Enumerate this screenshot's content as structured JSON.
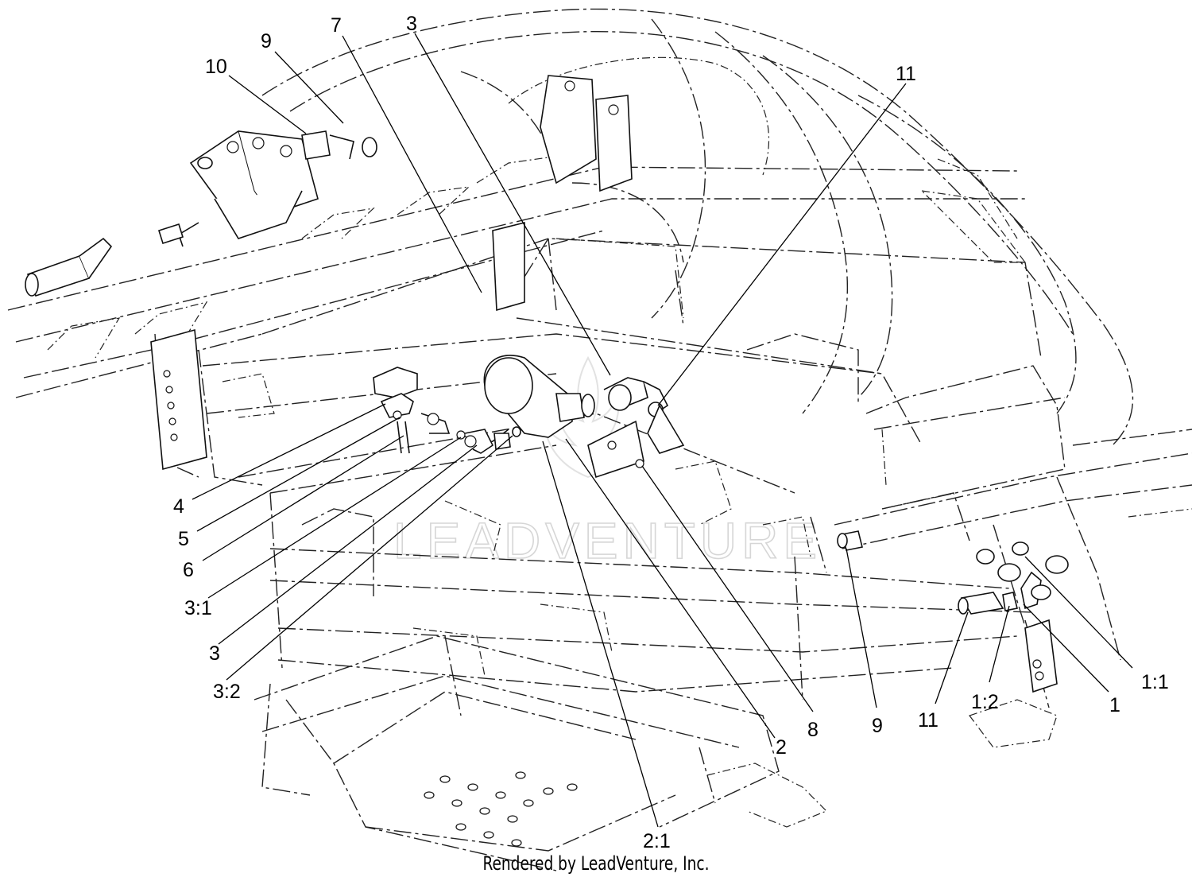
{
  "watermark": "LEADVENTURE",
  "footer": "Rendered by LeadVenture, Inc.",
  "callouts": [
    {
      "id": "c-10",
      "label": "10"
    },
    {
      "id": "c-9-top",
      "label": "9"
    },
    {
      "id": "c-7",
      "label": "7"
    },
    {
      "id": "c-3-top",
      "label": "3"
    },
    {
      "id": "c-11-top",
      "label": "11"
    },
    {
      "id": "c-4",
      "label": "4"
    },
    {
      "id": "c-5",
      "label": "5"
    },
    {
      "id": "c-6",
      "label": "6"
    },
    {
      "id": "c-3-1",
      "label": "3:1"
    },
    {
      "id": "c-3-mid",
      "label": "3"
    },
    {
      "id": "c-3-2",
      "label": "3:2"
    },
    {
      "id": "c-2-1",
      "label": "2:1"
    },
    {
      "id": "c-2",
      "label": "2"
    },
    {
      "id": "c-8",
      "label": "8"
    },
    {
      "id": "c-9-bottom",
      "label": "9"
    },
    {
      "id": "c-11-bottom",
      "label": "11"
    },
    {
      "id": "c-1-2",
      "label": "1:2"
    },
    {
      "id": "c-1",
      "label": "1"
    },
    {
      "id": "c-1-1",
      "label": "1:1"
    }
  ]
}
